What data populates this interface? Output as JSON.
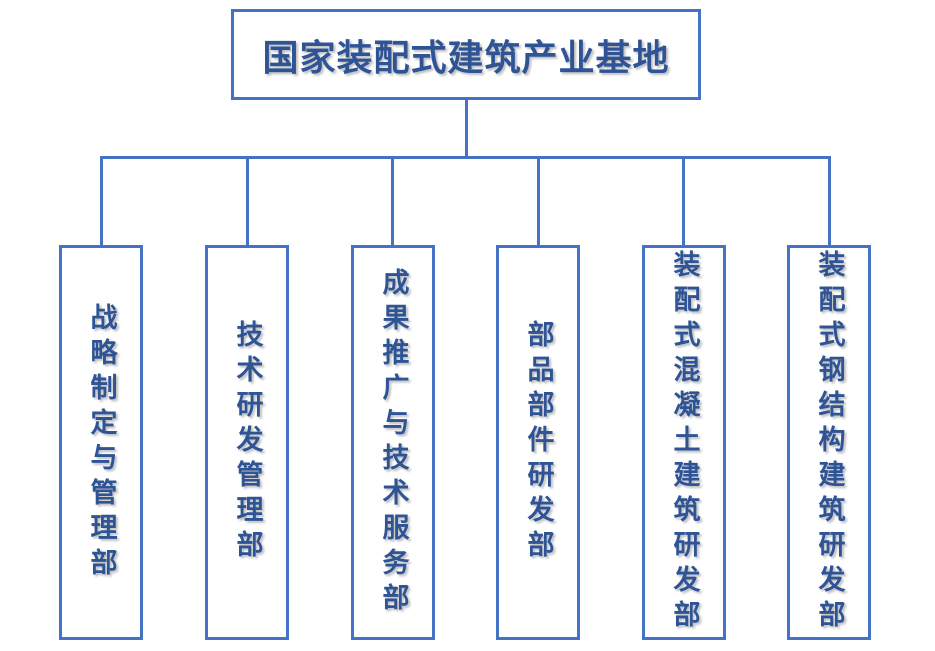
{
  "diagram": {
    "type": "org-chart",
    "root": {
      "label": "国家装配式建筑产业基地"
    },
    "departments": [
      {
        "label": "战略制定与管理部"
      },
      {
        "label": "技术研发管理部"
      },
      {
        "label": "成果推广与技术服务部"
      },
      {
        "label": "部品部件研发部"
      },
      {
        "label": "装配式混凝土建筑研发部"
      },
      {
        "label": "装配式钢结构建筑研发部"
      }
    ],
    "colors": {
      "line": "#4472C4",
      "border": "#4472C4",
      "text": "#2F5496",
      "background": "#FFFFFF"
    }
  }
}
